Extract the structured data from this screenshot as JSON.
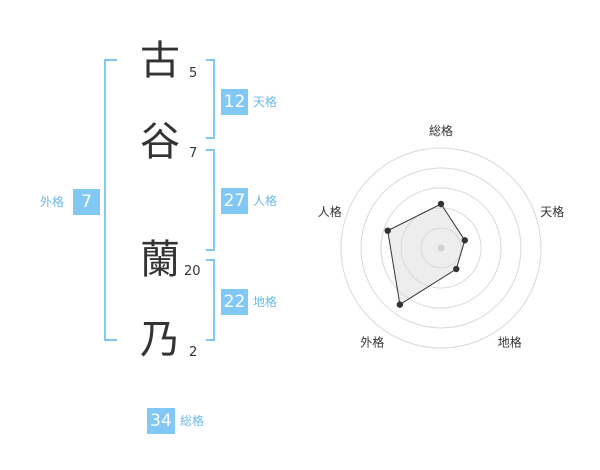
{
  "colors": {
    "accent": "#82c8f5",
    "label": "#6ab8ea",
    "text": "#333333",
    "ring": "#d9d9d9"
  },
  "name_chars": [
    {
      "char": "古",
      "strokes": "5"
    },
    {
      "char": "谷",
      "strokes": "7"
    },
    {
      "char": "蘭",
      "strokes": "20"
    },
    {
      "char": "乃",
      "strokes": "2"
    }
  ],
  "kakus": {
    "tenkaku": {
      "value": "12",
      "label": "天格"
    },
    "jinkaku": {
      "value": "27",
      "label": "人格"
    },
    "chikaku": {
      "value": "22",
      "label": "地格"
    },
    "gaikaku": {
      "value": "7",
      "label": "外格"
    },
    "soukaku": {
      "value": "34",
      "label": "総格"
    }
  },
  "chart_data": {
    "type": "radar",
    "axes": [
      "総格",
      "天格",
      "地格",
      "外格",
      "人格"
    ],
    "values": [
      2.2,
      1.25,
      1.3,
      3.5,
      2.8
    ],
    "range": [
      0,
      5
    ]
  }
}
